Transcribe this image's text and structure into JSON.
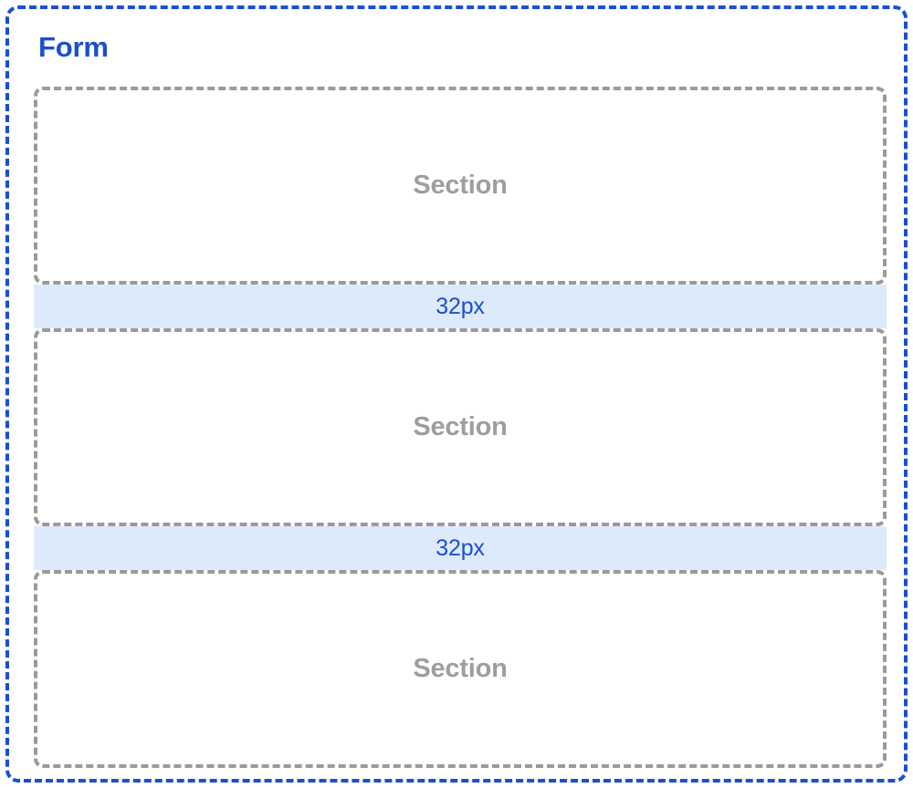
{
  "form": {
    "title": "Form",
    "accent_color": "#1a4fd0",
    "border_style": "dashed"
  },
  "colors": {
    "form_border": "#1a4fd0",
    "form_title": "#1a4fd0",
    "section_border": "#9a9a9a",
    "section_label": "#9e9e9e",
    "spacer_background": "#ddeafc",
    "spacer_label": "#1a4fd0",
    "page_background": "#ffffff"
  },
  "stack": [
    {
      "kind": "section",
      "label": "Section"
    },
    {
      "kind": "spacer",
      "label": "32px"
    },
    {
      "kind": "section",
      "label": "Section"
    },
    {
      "kind": "spacer",
      "label": "32px"
    },
    {
      "kind": "section",
      "label": "Section"
    }
  ]
}
